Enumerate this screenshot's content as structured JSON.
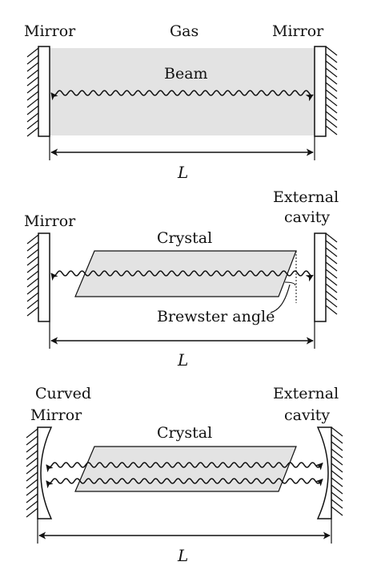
{
  "colors": {
    "ink": "#111111",
    "medium_fill": "#e3e3e3",
    "background": "#ffffff"
  },
  "panel1": {
    "left_mirror_label": "Mirror",
    "medium_label": "Gas",
    "right_mirror_label": "Mirror",
    "beam_label": "Beam",
    "length_label": "L"
  },
  "panel2": {
    "left_mirror_label": "Mirror",
    "crystal_label": "Crystal",
    "right_label_line1": "External",
    "right_label_line2": "cavity",
    "angle_label": "Brewster angle",
    "length_label": "L"
  },
  "panel3": {
    "left_label_line1": "Curved",
    "left_label_line2": "Mirror",
    "crystal_label": "Crystal",
    "right_label_line1": "External",
    "right_label_line2": "cavity",
    "length_label": "L"
  }
}
